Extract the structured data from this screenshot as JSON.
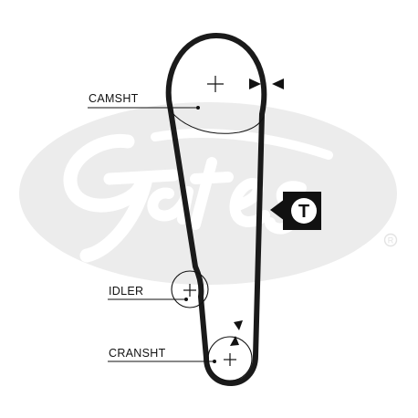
{
  "labels": {
    "camshaft": "CAMSHT",
    "idler": "IDLER",
    "crankshaft": "CRANSHT",
    "tensioner": "T"
  },
  "icons": {
    "watermark": "gates-logo-watermark",
    "registered": "registered-mark-icon",
    "center_mark": "plus-sign",
    "timing_mark": "triangle-pointer-icon"
  },
  "colors": {
    "belt": "#1a1a1a",
    "watermark": "#e9e9e9",
    "line": "#111111",
    "background": "#ffffff"
  }
}
